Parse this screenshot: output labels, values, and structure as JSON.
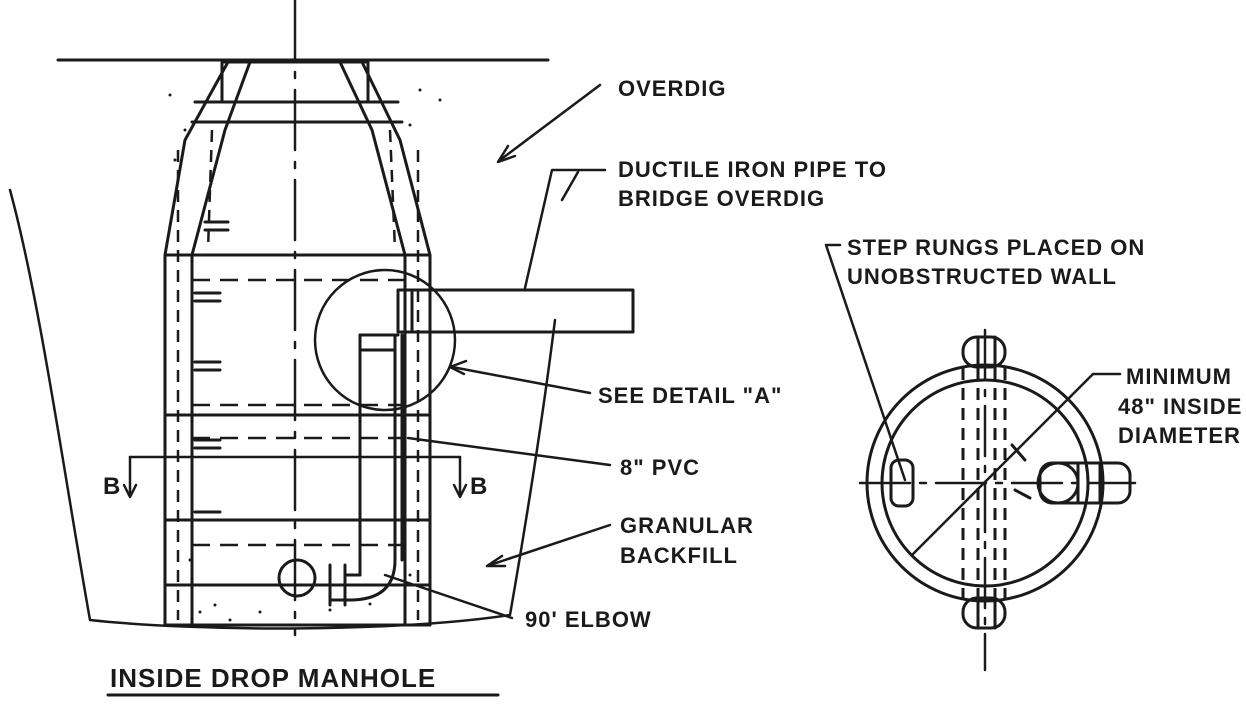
{
  "labels": {
    "overdig": "OVERDIG",
    "ductile_line1": "DUCTILE IRON PIPE TO",
    "ductile_line2": "BRIDGE OVERDIG",
    "step_line1": "STEP RUNGS PLACED ON",
    "step_line2": "UNOBSTRUCTED WALL",
    "minimum_line1": "MINIMUM",
    "minimum_line2": "48\" INSIDE",
    "minimum_line3": "DIAMETER",
    "see_detail": "SEE DETAIL \"A\"",
    "pvc": "8\" PVC",
    "granular_line1": "GRANULAR",
    "granular_line2": "BACKFILL",
    "elbow": "90' ELBOW",
    "section_left": "B",
    "section_right": "B",
    "title": "INSIDE DROP MANHOLE"
  }
}
